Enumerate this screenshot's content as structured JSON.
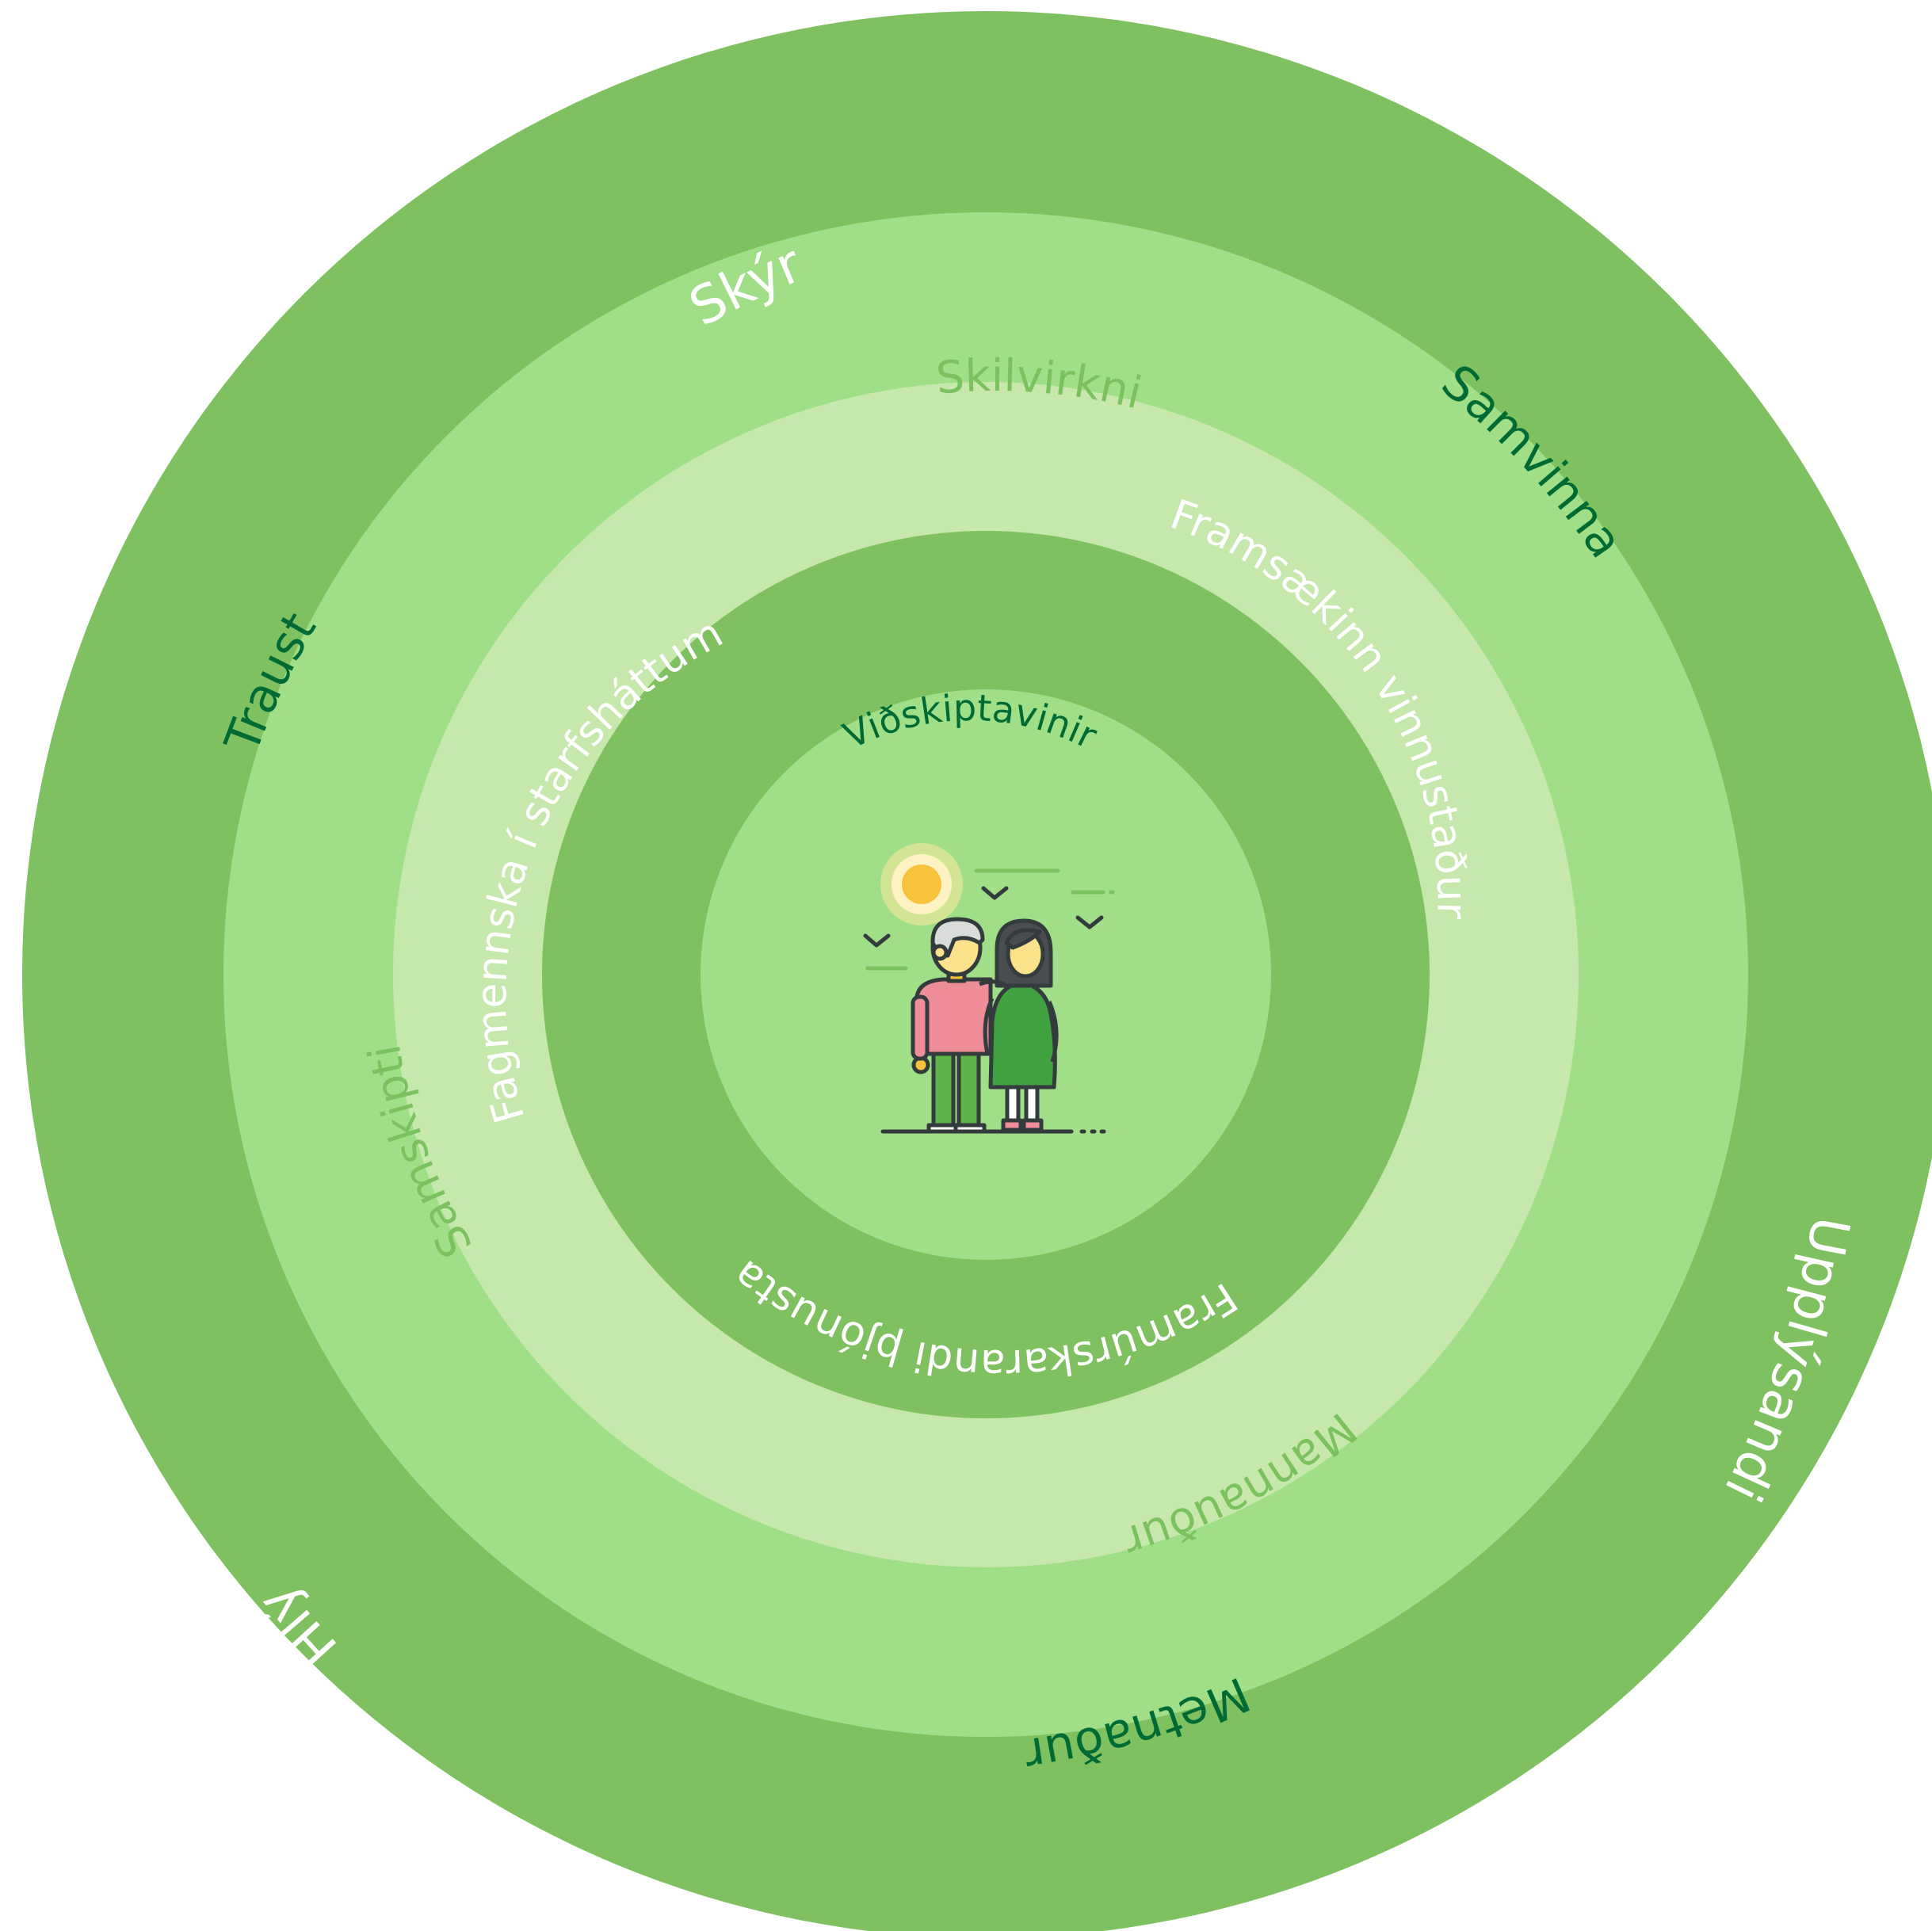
{
  "colors": {
    "outer_ring": "#7fc160",
    "second_ring": "#a0df88",
    "third_ring": "#c6e8ac",
    "fourth_ring": "#7fc160",
    "center": "#a0df88",
    "text_white": "#ffffff",
    "text_dark_green": "#006a35",
    "text_soft_green": "#7cc15f"
  },
  "outer_ring": {
    "words": [
      "Skýr",
      "Upplýsandi",
      "Hlý"
    ]
  },
  "second_ring": {
    "words": [
      "Samvinna",
      "Metnaður",
      "Traust"
    ]
  },
  "third_ring": {
    "words": [
      "Skilvirkni",
      "Mannauður",
      "Samskipti"
    ]
  },
  "fourth_ring": {
    "words": [
      "Framsækinn vinnustaður",
      "Framúrskarandi þjónusta",
      "Fagmennska í starfsháttum"
    ]
  },
  "center": {
    "label": "Viðskiptavinir",
    "icon": "couple-with-sun-icon"
  }
}
